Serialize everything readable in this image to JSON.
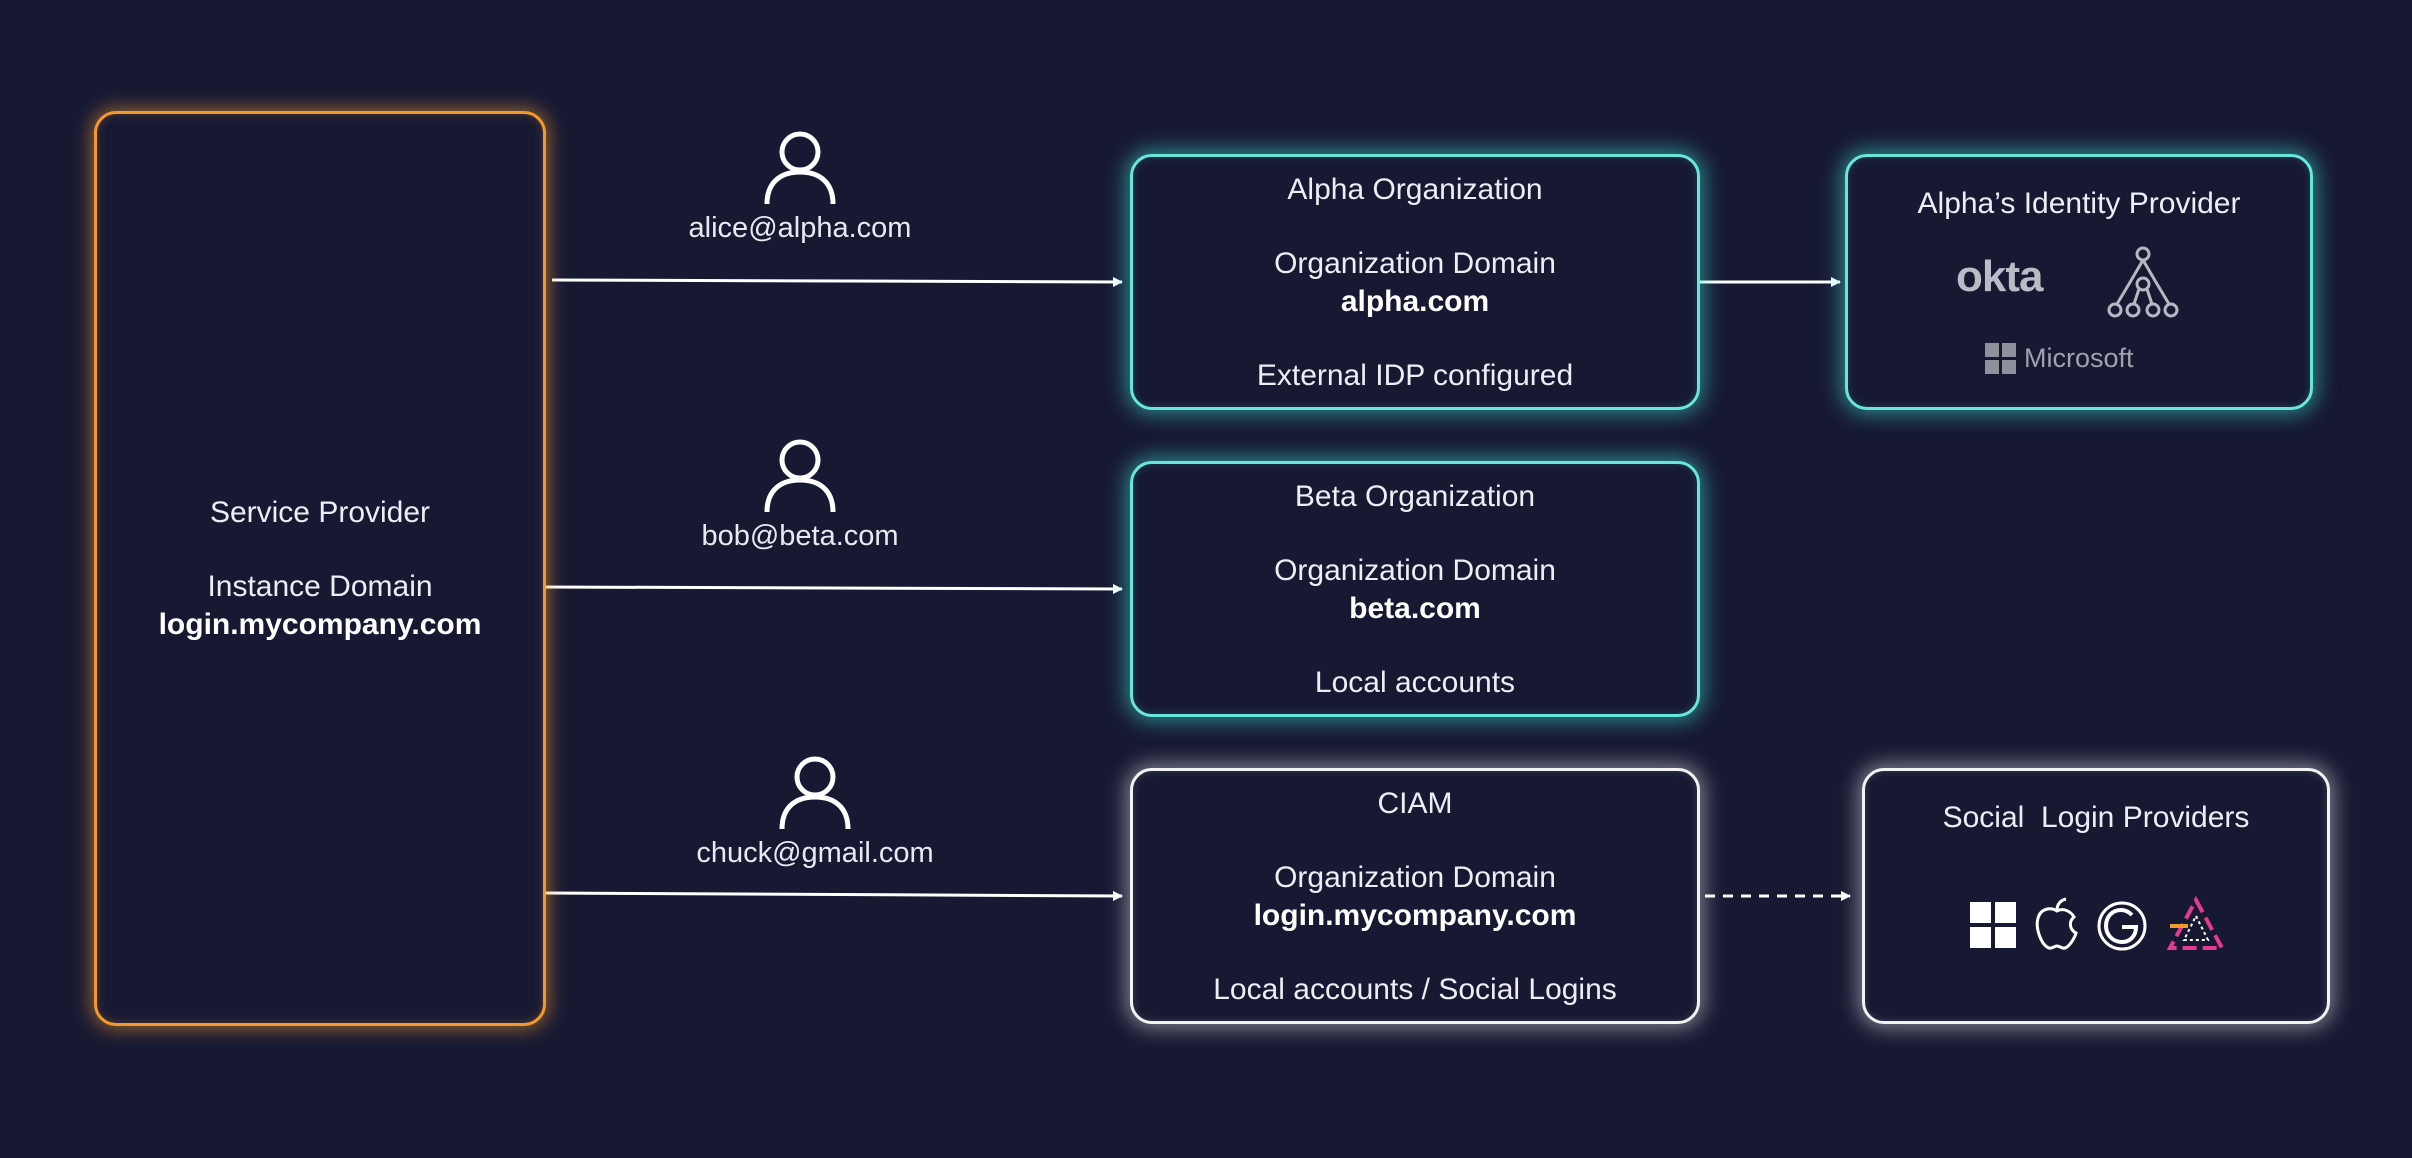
{
  "service_provider": {
    "title": "Service Provider",
    "domain_label": "Instance Domain",
    "domain": "login.mycompany.com"
  },
  "users": [
    {
      "email": "alice@alpha.com",
      "icon": "user-icon"
    },
    {
      "email": "bob@beta.com",
      "icon": "user-icon"
    },
    {
      "email": "chuck@gmail.com",
      "icon": "user-icon"
    }
  ],
  "orgs": [
    {
      "name": "Alpha Organization",
      "domain_label": "Organization Domain",
      "domain": "alpha.com",
      "note": "External IDP configured"
    },
    {
      "name": "Beta Organization",
      "domain_label": "Organization Domain",
      "domain": "beta.com",
      "note": "Local accounts"
    },
    {
      "name": "CIAM",
      "domain_label": "Organization Domain",
      "domain": "login.mycompany.com",
      "note": "Local accounts / Social Logins"
    }
  ],
  "idp": {
    "title": "Alpha’s Identity Provider",
    "logos": {
      "okta": "okta",
      "microsoft": "Microsoft"
    },
    "icons": [
      "okta-logo-icon",
      "hierarchy-tree-icon",
      "microsoft-logo-icon"
    ]
  },
  "social": {
    "title": "Social  Login Providers",
    "icons": [
      "windows-icon",
      "apple-icon",
      "google-icon",
      "triangle-provider-icon"
    ]
  },
  "colors": {
    "background": "#171933",
    "service_provider_border": "#f39a2e",
    "org_border": "#67e7d9",
    "ciam_border": "#f2f2f2"
  }
}
